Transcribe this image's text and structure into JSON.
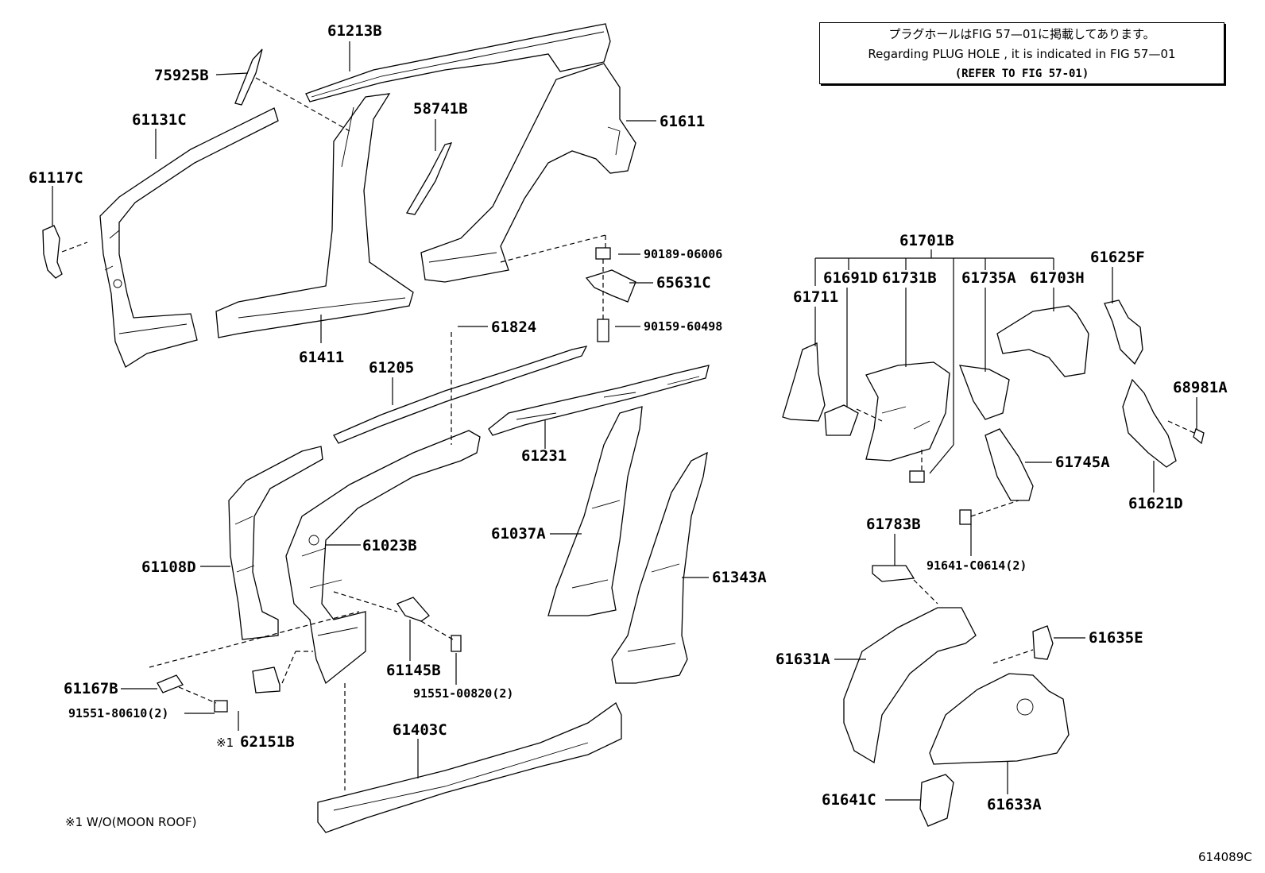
{
  "notice": {
    "line1": "プラグホールはFIG 57—01に掲載してあります。",
    "line2": "Regarding  PLUG  HOLE , it is indicated in FIG  57—01",
    "line3": "(REFER TO FIG 57-01)"
  },
  "footnote": "※1 W/O(MOON ROOF)",
  "fig_code": "614089C",
  "callouts": {
    "c61213B": "61213B",
    "c75925B": "75925B",
    "c58741B": "58741B",
    "c61611": "61611",
    "c61131C": "61131C",
    "c61117C": "61117C",
    "c90189": "90189-06006",
    "c65631C": "65631C",
    "c90159": "90159-60498",
    "c61824": "61824",
    "c61411": "61411",
    "c61205": "61205",
    "c61231": "61231",
    "c61037A": "61037A",
    "c61343A": "61343A",
    "c61023B": "61023B",
    "c61108D": "61108D",
    "c61145B": "61145B",
    "c91551a": "91551-00820(2)",
    "c61167B": "61167B",
    "c91551b": "91551-80610(2)",
    "c62151B_mark": "※1",
    "c62151B": "62151B",
    "c61403C": "61403C",
    "c61701B": "61701B",
    "c61691D": "61691D",
    "c61731B": "61731B",
    "c61735A": "61735A",
    "c61703H": "61703H",
    "c61625F": "61625F",
    "c61711": "61711",
    "c68981A": "68981A",
    "c61745A": "61745A",
    "c61621D": "61621D",
    "c91641": "91641-C0614(2)",
    "c61783B": "61783B",
    "c61635E": "61635E",
    "c61631A": "61631A",
    "c61633A": "61633A",
    "c61641C": "61641C"
  }
}
